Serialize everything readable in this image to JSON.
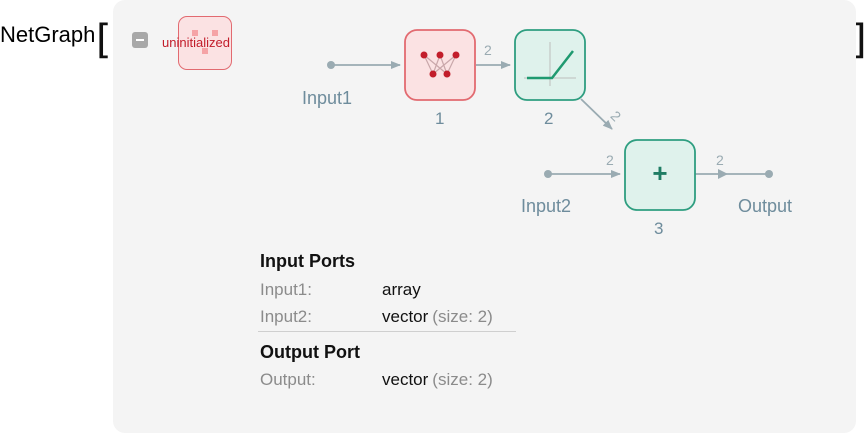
{
  "header": {
    "title": "NetGraph"
  },
  "badge": {
    "label": "uninitialized"
  },
  "graph": {
    "inputs": [
      "Input1",
      "Input2"
    ],
    "output": "Output",
    "nodes": [
      {
        "id": "1",
        "kind": "linear"
      },
      {
        "id": "2",
        "kind": "ramp"
      },
      {
        "id": "3",
        "kind": "plus",
        "symbol": "+"
      }
    ],
    "edge_sizes": {
      "n1_n2": "2",
      "n2_n3": "2",
      "in2_n3": "2",
      "n3_out": "2"
    }
  },
  "info": {
    "input_ports_title": "Input Ports",
    "input_ports": [
      {
        "name": "Input1:",
        "type": "array",
        "detail": ""
      },
      {
        "name": "Input2:",
        "type": "vector",
        "detail": "(size: 2)"
      }
    ],
    "output_port_title": "Output Port",
    "output_ports": [
      {
        "name": "Output:",
        "type": "vector",
        "detail": "(size: 2)"
      }
    ]
  },
  "colors": {
    "red_accent": "#e26a70",
    "green_accent": "#2e9e80",
    "edge": "#9aabb2",
    "label": "#6e8c9c"
  }
}
